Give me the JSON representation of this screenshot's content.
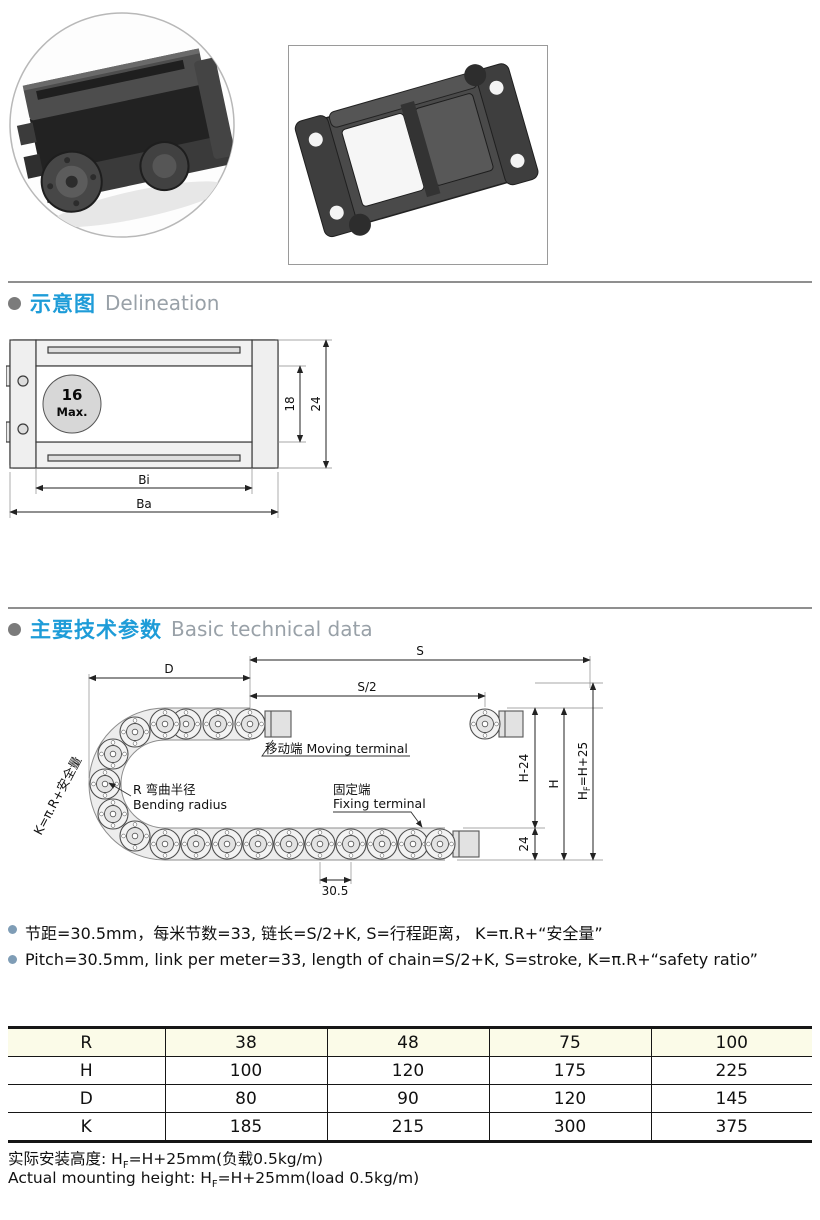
{
  "colors": {
    "accent_blue": "#1e9cd8",
    "heading_gray": "#99a1a8",
    "table_header_bg": "#fbfbe8",
    "section_bullet": "#7b7b7b",
    "note_bullet": "#7f9db6"
  },
  "sections": {
    "delineation": {
      "title_cn": "示意图",
      "title_en": "Delineation"
    },
    "technical": {
      "title_cn": "主要技术参数",
      "title_en": "Basic technical data"
    }
  },
  "diagram1": {
    "ball_line1": "16",
    "ball_line2": "Max.",
    "dim_inner_height": "18",
    "dim_outer_height": "24",
    "dim_inner_width": "Bi",
    "dim_outer_width": "Ba"
  },
  "diagram2": {
    "dim_d": "D",
    "dim_s": "S",
    "dim_s_half": "S/2",
    "curve_label": "K=π.R+安全量",
    "moving_label": "移动端 Moving terminal",
    "bending_cn": "R 弯曲半径",
    "bending_en": "Bending radius",
    "fixing_cn": "固定端",
    "fixing_en": "Fixing terminal",
    "dim_h_minus_24": "H-24",
    "dim_h": "H",
    "hf_main": "H",
    "hf_sub": "F",
    "hf_rest": "=H+25",
    "dim_24": "24",
    "dim_pitch": "30.5"
  },
  "notes": [
    {
      "text": "节距=30.5mm，每米节数=33, 链长=S/2+K, S=行程距离， K=π.R+“安全量”"
    },
    {
      "text": "Pitch=30.5mm, link per meter=33, length of chain=S/2+K, S=stroke, K=π.R+“safety ratio”"
    }
  ],
  "table": {
    "rows": [
      {
        "label": "R",
        "values": [
          "38",
          "48",
          "75",
          "100"
        ]
      },
      {
        "label": "H",
        "values": [
          "100",
          "120",
          "175",
          "225"
        ]
      },
      {
        "label": "D",
        "values": [
          "80",
          "90",
          "120",
          "145"
        ]
      },
      {
        "label": "K",
        "values": [
          "185",
          "215",
          "300",
          "375"
        ]
      }
    ]
  },
  "footer": {
    "cn_prefix": "实际安装高度: H",
    "cn_sub": "F",
    "cn_suffix": "=H+25mm(负载0.5kg/m)",
    "en_prefix": "Actual mounting height: H",
    "en_sub": "F",
    "en_suffix": "=H+25mm(load 0.5kg/m)"
  }
}
